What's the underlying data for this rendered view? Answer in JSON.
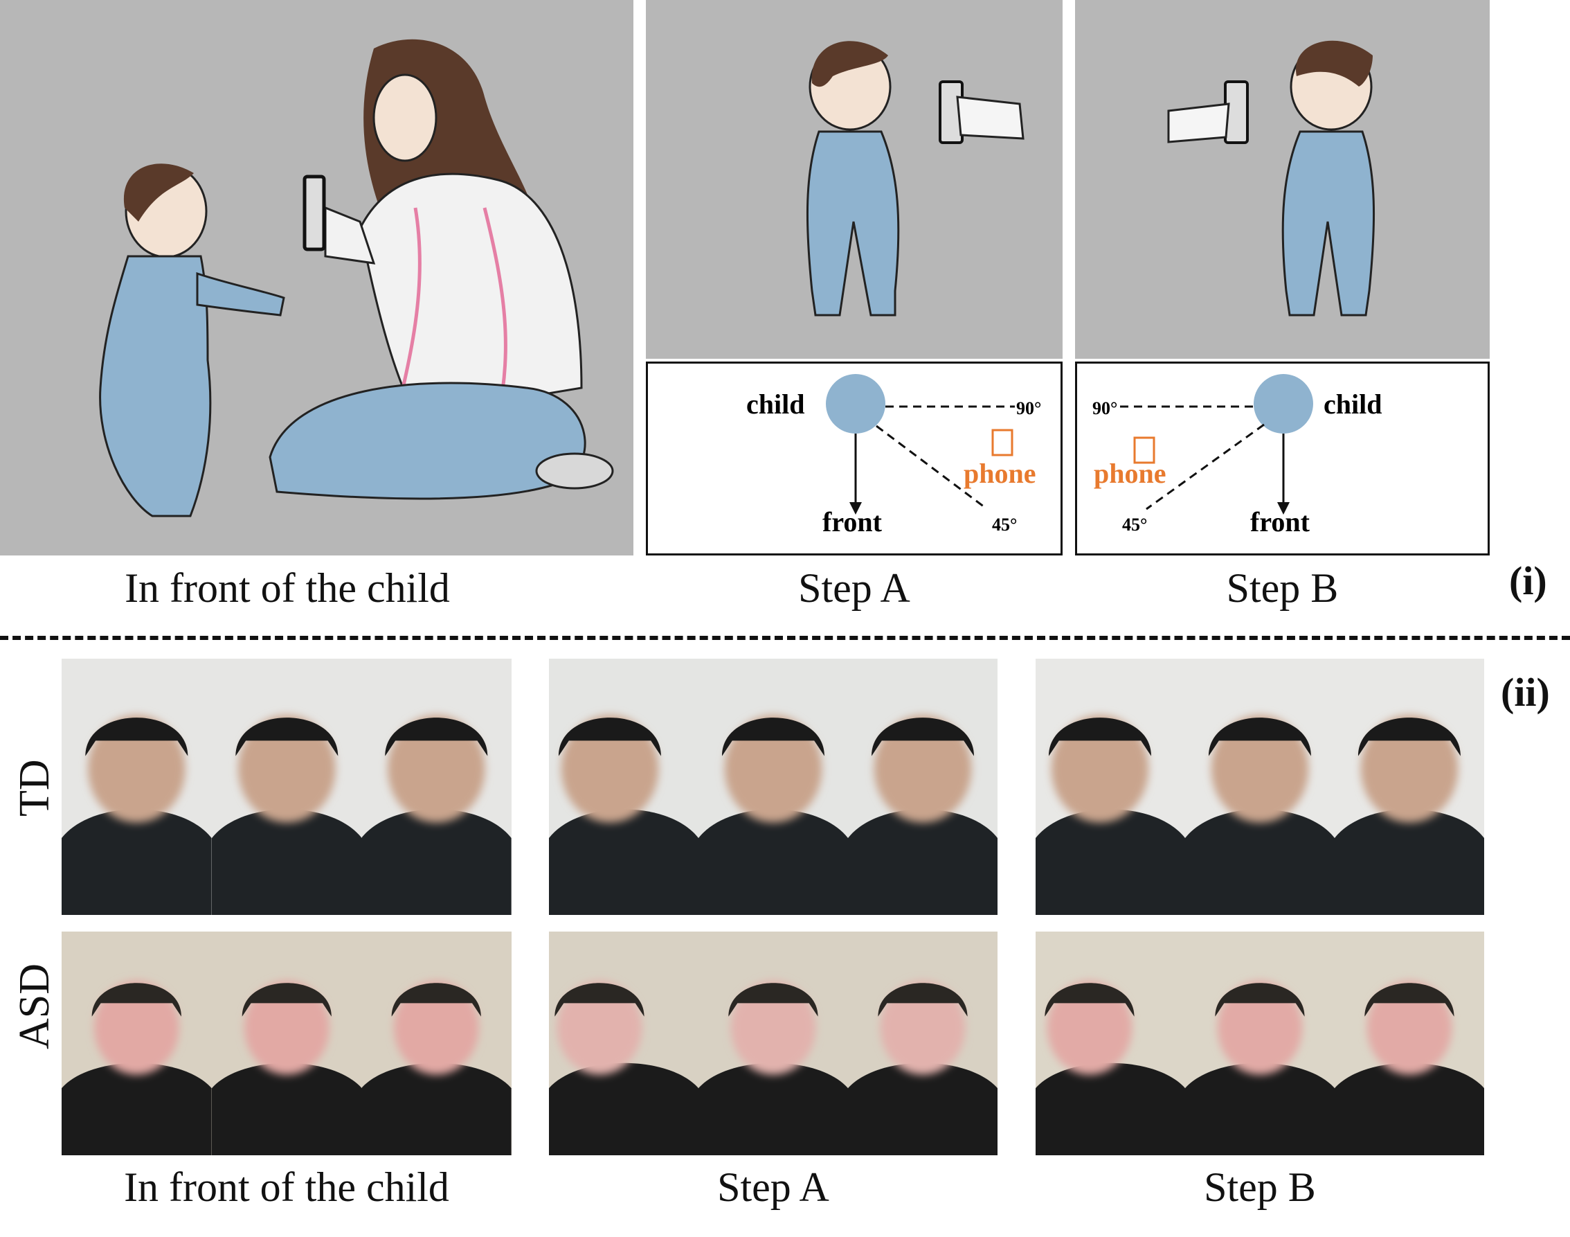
{
  "part_i": {
    "tag": "(i)",
    "captions": {
      "front": "In front of the child",
      "step_a": "Step A",
      "step_b": "Step B"
    },
    "diagram_a": {
      "child": "child",
      "front": "front",
      "phone": "phone",
      "angle_90": "90°",
      "angle_45": "45°"
    },
    "diagram_b": {
      "child": "child",
      "front": "front",
      "phone": "phone",
      "angle_90": "90°",
      "angle_45": "45°"
    }
  },
  "part_ii": {
    "tag": "(ii)",
    "rows": {
      "td": "TD",
      "asd": "ASD"
    },
    "captions": {
      "front": "In front of the child",
      "step_a": "Step A",
      "step_b": "Step B"
    }
  },
  "colors": {
    "panel_gray": "#b7b7b7",
    "child_blue": "#8fb3cf",
    "phone_orange": "#e87a2e"
  }
}
